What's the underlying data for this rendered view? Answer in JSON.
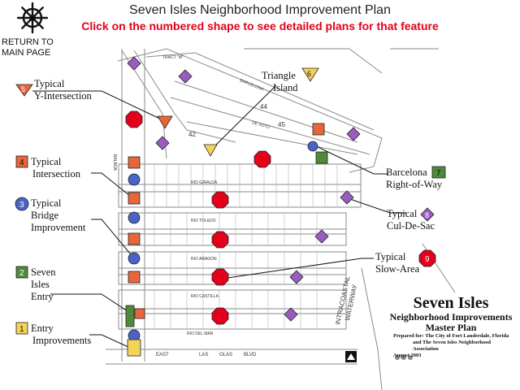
{
  "header": {
    "title": "Seven Isles Neighborhood Improvement Plan",
    "instruction": "Click on the numbered shape to see detailed plans for that feature"
  },
  "nav": {
    "return_line1": "RETURN TO",
    "return_line2": "MAIN PAGE"
  },
  "callouts": {
    "c5": {
      "num": "5",
      "line1": "Typical",
      "line2": "Y-Intersection"
    },
    "c6": {
      "num": "6",
      "line1": "Triangle",
      "line2": "Island"
    },
    "c4": {
      "num": "4",
      "line1": "Typical",
      "line2": "Intersection"
    },
    "c3": {
      "num": "3",
      "line1": "Typical",
      "line2": "Bridge",
      "line3": "Improvement"
    },
    "c2": {
      "num": "2",
      "line1": "Seven",
      "line2": "Isles",
      "line3": "Entry"
    },
    "c1": {
      "num": "1",
      "line1": "Entry",
      "line2": "Improvements"
    },
    "c7": {
      "num": "7",
      "line1": "Barcelona",
      "line2": "Right-of-Way"
    },
    "c8": {
      "num": "8",
      "line1": "Typical",
      "line2": "Cul-De-Sac"
    },
    "c9": {
      "num": "9",
      "line1": "Typical",
      "line2": "Slow-Area"
    }
  },
  "map_labels": {
    "rio_giralda": "RIO GIRALDA",
    "rio_toledo": "RIO TOLEDO",
    "rio_aragon": "RIO ARAGON",
    "rio_castilla": "RIO CASTILLA",
    "rio_del_mar": "RIO DEL MAR",
    "east": "EAST",
    "las": "LAS",
    "olas": "OLAS",
    "blvd": "BLVD",
    "barcelona": "BARCELONA",
    "de_soto": "DE SOTO",
    "balboa": "BALBOA",
    "tract_m": "TRACT \"M\"",
    "intracoastal": "INTRACOASTAL",
    "waterway": "WATERWAY",
    "block_44": "44",
    "block_45": "45",
    "block_42": "42"
  },
  "master_plan": {
    "title": "Seven Isles",
    "subtitle1": "Neighborhood Improvements",
    "subtitle2": "Master Plan",
    "prepared1": "Prepared for: The City of Fort Lauderdale, Florida",
    "prepared2": "and The Seven Isles Neighborhood Association",
    "date": "August 2003"
  },
  "colors": {
    "red": "#e3001b",
    "orange": "#e8663a",
    "blue": "#4a63c8",
    "green": "#4f8a3a",
    "purple": "#9a5cc0",
    "yellow": "#f4d35a"
  }
}
